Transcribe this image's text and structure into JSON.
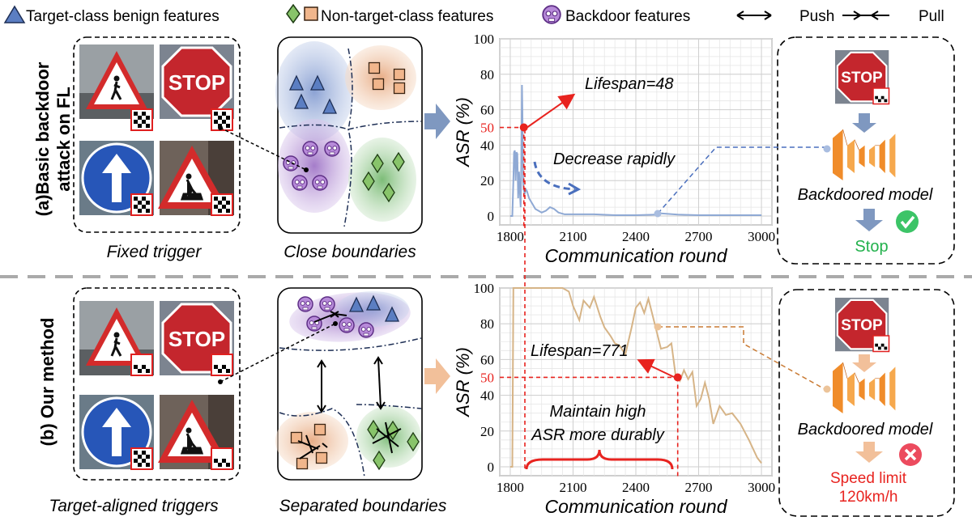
{
  "legend": {
    "target_benign": "Target-class benign features",
    "non_target": "Non-target-class features",
    "backdoor": "Backdoor features",
    "push": "Push",
    "pull": "Pull"
  },
  "rows": [
    {
      "row_label_line1": "(a)Basic backdoor",
      "row_label_line2": "attack on FL",
      "trigger_caption": "Fixed trigger",
      "boundary_caption": "Close boundaries",
      "lifespan_label": "Lifespan=48",
      "mid_annotation": "Decrease rapidly",
      "model_label": "Backdoored model",
      "output_label": "Stop",
      "output_label2": ""
    },
    {
      "row_label_line1": "(b) Our method",
      "row_label_line2": "",
      "trigger_caption": "Target-aligned triggers",
      "boundary_caption": "Separated boundaries",
      "lifespan_label": "Lifespan=771",
      "mid_annotation": "Maintain high",
      "mid_annotation2": "ASR more durably",
      "model_label": "Backdoored model",
      "output_label": "Speed limit",
      "output_label2": "120km/h"
    }
  ],
  "sign_texts": {
    "stop": "STOP"
  },
  "colors": {
    "blue_line": "#8fa9d4",
    "tan_line": "#d6b487",
    "red": "#e8231f",
    "green_ok": "#22b14c",
    "arrow_blue": "#7f98c0",
    "arrow_tan": "#f2c09a",
    "purple": "#8a55b5",
    "orange_model": "#f08c2a"
  },
  "chart_data": [
    {
      "type": "line",
      "xlabel": "Communication round",
      "ylabel": "ASR (%)",
      "xticks": [
        1800,
        2100,
        2400,
        2700,
        3000
      ],
      "yticks": [
        0,
        20,
        40,
        60,
        80,
        100
      ],
      "xlim": [
        1750,
        3050
      ],
      "ylim": [
        -5,
        100
      ],
      "marker_y": 50,
      "marker_x": 1865,
      "series": [
        {
          "x": [
            1800,
            1810,
            1815,
            1818,
            1822,
            1826,
            1830,
            1834,
            1838,
            1842,
            1846,
            1850,
            1853,
            1856,
            1858,
            1860,
            1862,
            1864,
            1866,
            1870,
            1875,
            1880,
            1885,
            1890,
            1900,
            1910,
            1920,
            1935,
            1950,
            1970,
            1990,
            2010,
            2030,
            2060,
            2100,
            2200,
            2300,
            2400,
            2500,
            2520,
            2600,
            2700,
            2800,
            2900,
            3000
          ],
          "y": [
            0,
            0,
            20,
            36,
            37,
            20,
            36,
            35,
            10,
            25,
            14,
            5,
            30,
            74,
            60,
            40,
            20,
            15,
            14,
            13,
            15,
            14,
            12,
            10,
            8,
            6,
            4,
            3,
            2,
            3,
            5,
            4,
            2,
            1,
            1,
            1,
            0.5,
            0.5,
            0.8,
            1.5,
            0.8,
            0.5,
            0.5,
            0.5,
            0.5
          ]
        }
      ]
    },
    {
      "type": "line",
      "xlabel": "Communication round",
      "ylabel": "ASR (%)",
      "xticks": [
        1800,
        2100,
        2400,
        2700,
        3000
      ],
      "yticks": [
        0,
        20,
        40,
        60,
        80,
        100
      ],
      "xlim": [
        1750,
        3050
      ],
      "ylim": [
        -5,
        100
      ],
      "marker_y": 50,
      "marker_x": 2600,
      "series": [
        {
          "x": [
            1800,
            1810,
            1815,
            1825,
            1900,
            2000,
            2050,
            2080,
            2100,
            2130,
            2150,
            2180,
            2200,
            2230,
            2250,
            2280,
            2300,
            2320,
            2350,
            2380,
            2400,
            2420,
            2440,
            2460,
            2490,
            2520,
            2550,
            2570,
            2590,
            2610,
            2630,
            2650,
            2670,
            2690,
            2710,
            2730,
            2750,
            2770,
            2800,
            2830,
            2860,
            2900,
            2940,
            2980,
            3000
          ],
          "y": [
            0,
            0,
            100,
            100,
            100,
            100,
            100,
            98,
            90,
            82,
            93,
            89,
            95,
            84,
            78,
            73,
            69,
            68,
            63,
            78,
            89,
            92,
            86,
            94,
            80,
            66,
            67,
            69,
            51,
            48,
            54,
            49,
            53,
            34,
            38,
            47,
            38,
            24,
            34,
            29,
            30,
            24,
            15,
            5,
            2
          ]
        }
      ]
    }
  ]
}
